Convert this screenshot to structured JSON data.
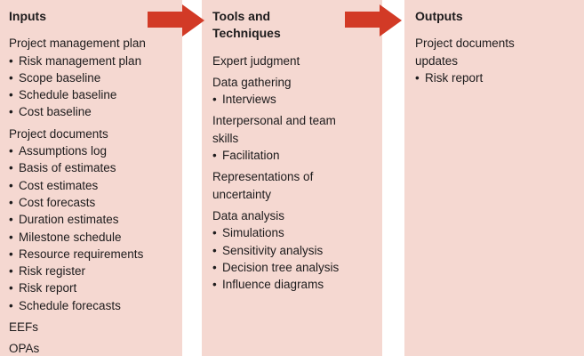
{
  "diagram": {
    "colors": {
      "column_bg": "#f5d8d1",
      "arrow": "#d23a26",
      "text": "#1d1b1c",
      "page_bg": "#ffffff"
    },
    "columns": [
      {
        "id": "inputs",
        "title": "Inputs",
        "groups": [
          {
            "label": "Project management plan",
            "bullets": [
              "Risk management plan",
              "Scope baseline",
              "Schedule baseline",
              "Cost baseline"
            ]
          },
          {
            "label": "Project documents",
            "bullets": [
              "Assumptions log",
              "Basis of estimates",
              "Cost estimates",
              "Cost forecasts",
              "Duration estimates",
              "Milestone schedule",
              "Resource requirements",
              "Risk register",
              "Risk report",
              "Schedule forecasts"
            ]
          },
          {
            "label": "EEFs",
            "bullets": []
          },
          {
            "label": "OPAs",
            "bullets": []
          }
        ]
      },
      {
        "id": "tools-and-techniques",
        "title": "Tools and Techniques",
        "groups": [
          {
            "label": "Expert judgment",
            "bullets": []
          },
          {
            "label": "Data gathering",
            "bullets": [
              "Interviews"
            ]
          },
          {
            "label": "Interpersonal and team skills",
            "bullets": [
              "Facilitation"
            ]
          },
          {
            "label": "Representations of uncertainty",
            "bullets": []
          },
          {
            "label": "Data analysis",
            "bullets": [
              "Simulations",
              "Sensitivity analysis",
              "Decision tree analysis",
              "Influence diagrams"
            ]
          }
        ]
      },
      {
        "id": "outputs",
        "title": "Outputs",
        "groups": [
          {
            "label": "Project documents updates",
            "bullets": [
              "Risk report"
            ]
          }
        ]
      }
    ],
    "bullet_glyph": "•",
    "arrows": [
      {
        "name": "inputs-to-tools"
      },
      {
        "name": "tools-to-outputs"
      }
    ]
  }
}
